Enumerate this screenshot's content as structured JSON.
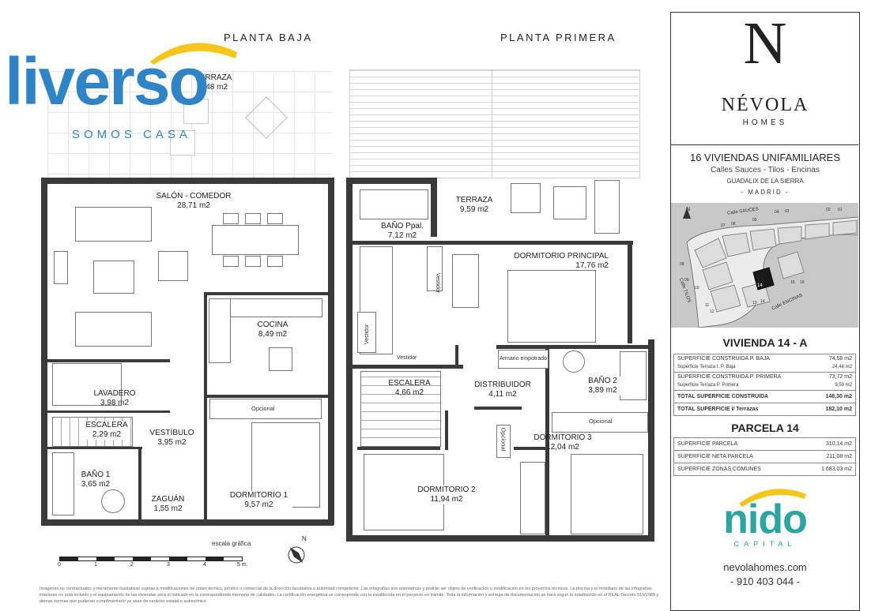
{
  "plans": {
    "ground_title": "PLANTA BAJA",
    "first_title": "PLANTA PRIMERA"
  },
  "logo": {
    "liverso": "liverso",
    "tagline": "SOMOS CASA"
  },
  "ground_rooms": {
    "terraza": "TERRAZA",
    "terraza_area": "4,48 m2",
    "salon": "SALÓN - COMEDOR",
    "salon_area": "28,71 m2",
    "cocina": "COCINA",
    "cocina_area": "8,49 m2",
    "lavadero": "LAVADERO",
    "lavadero_area": "3,98 m2",
    "escalera": "ESCALERA",
    "escalera_area": "2,29 m2",
    "vestibulo": "VESTÍBULO",
    "vestibulo_area": "3,95 m2",
    "bano1": "BAÑO 1",
    "bano1_area": "3,65 m2",
    "zaguan": "ZAGUÁN",
    "zaguan_area": "1,55 m2",
    "dormitorio1": "DORMITORIO 1",
    "dormitorio1_area": "9,57 m2",
    "opcional": "Opcional"
  },
  "first_rooms": {
    "terraza": "TERRAZA",
    "terraza_area": "9,59 m2",
    "bano_ppal": "BAÑO Ppal.",
    "bano_ppal_area": "7,12 m2",
    "dorm_principal": "DORMITORIO PRINCIPAL",
    "dorm_principal_area": "17,76 m2",
    "vestidor": "Vestidor",
    "armario": "Armario empotrado",
    "escalera": "ESCALERA",
    "escalera_area": "4,66 m2",
    "distribuidor": "DISTRIBUIDOR",
    "distribuidor_area": "4,11 m2",
    "bano2": "BAÑO 2",
    "bano2_area": "3,89 m2",
    "opcional": "Opcional",
    "dorm3": "DORMITORIO 3",
    "dorm3_area": "12,04 m2",
    "dorm2": "DORMITORIO 2",
    "dorm2_area": "11,94 m2"
  },
  "scale": {
    "label": "escala gráfica",
    "ticks": [
      "0",
      "1",
      "2",
      "3",
      "4",
      "5 m."
    ],
    "north": "N"
  },
  "disclaimer": "Imágenes no contractuales y meramente ilustrativas sujetas a modificaciones de orden técnico, jurídico o comercial de la dirección facultativa o autoridad competente. Las infografías son orientativas y podrán ser objeto de verificación o modificación en los proyectos técnicos. La piscina y el mobiliario de las infografías interiores no está incluido y el equipamiento de las viviendas será el indicado en la correspondiente memoria de calidades. La certificación energética se corresponde con la establecida en el proyecto en trámite. Toda la información y entrega de documentación se hará según lo establecido en el REAL Decreto 515/1989 y demas normas que pudieran cumplimentarlo ya sean de carácter estatal o autonómico",
  "brand": {
    "letter": "N",
    "name": "NÉVOLA",
    "sub": "HOMES",
    "project": "16 VIVIENDAS UNIFAMILIARES",
    "streets": "Calles Sauces - Tilos - Encinas",
    "town": "GUADALIX DE LA SIERRA",
    "region": "- MADRID -"
  },
  "map": {
    "north": "N",
    "street_sauces": "Calle SAUCES",
    "street_tilos": "Calle TILOS",
    "street_encinas": "Calle ENCINAS",
    "highlight": "14",
    "lot_numbers": [
      "07",
      "06",
      "05",
      "04",
      "03",
      "02",
      "01",
      "08",
      "09",
      "10",
      "11",
      "12",
      "13",
      "14",
      "15",
      "16"
    ]
  },
  "vivienda": {
    "title": "VIVIENDA  14 - A",
    "rows": [
      {
        "label": "SUPERFICIE CONSTRUIDA  P. BAJA",
        "value": "74,58 m2"
      },
      {
        "label": "Superficie Terraza  t. P. Baja",
        "value": "24,48 m2"
      },
      {
        "label": "SUPERFICIE CONSTRUIDA  P. PRIMERA",
        "value": "73,72 m2"
      },
      {
        "label": "Superficie Terraza  P. Primera",
        "value": "9,59 m2"
      },
      {
        "label": "TOTAL SUPERFICIE CONSTRUIDA",
        "value": "148,30 m2"
      },
      {
        "label": "TOTAL SUPERFICIE  i/ Terrazas",
        "value": "182,10 m2"
      }
    ]
  },
  "parcela": {
    "title": "PARCELA  14",
    "rows": [
      {
        "label": "SUPERFICIE PARCELA",
        "value": "310,14  m2"
      },
      {
        "label": "SUPERFICIE NETA PARCELA",
        "value": "211,08  m2"
      },
      {
        "label": "SUPERFICIE ZONAS COMUNES",
        "value": "1.683,03 m2"
      }
    ]
  },
  "nido": {
    "name": "nido",
    "sub": "CAPITAL",
    "web": "nevolahomes.com",
    "phone": "- 910 403 044 -"
  },
  "colors": {
    "liverso_blue": "#2e84c6",
    "liverso_yellow": "#f5c518",
    "nido_teal": "#2aa5a0",
    "nido_yellow": "#f5c518"
  }
}
